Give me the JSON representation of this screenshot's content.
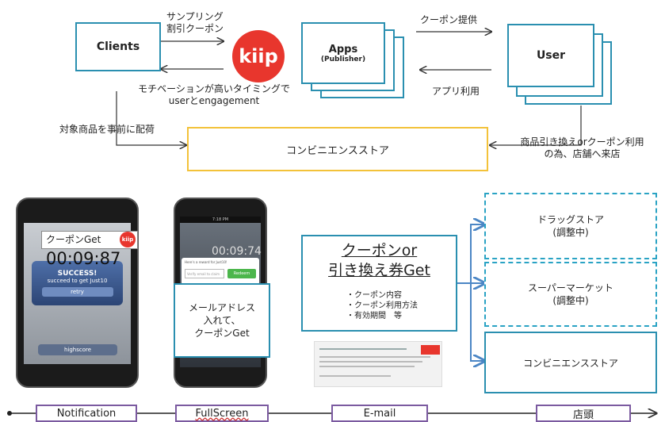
{
  "top": {
    "clients": "Clients",
    "apps": "Apps",
    "apps_sub": "(Publisher)",
    "user": "User",
    "kiip": "kiip",
    "arrow_sampling_1": "サンプリング",
    "arrow_sampling_2": "割引クーポン",
    "arrow_motivation_1": "モチベーションが高いタイミングで",
    "arrow_motivation_2": "userとengagement",
    "arrow_coupon": "クーポン提供",
    "arrow_app_use": "アプリ利用",
    "distribute": "対象商品を事前に配荷",
    "store": "コンビニエンスストア",
    "exchange_1": "商品引き換えorクーポン利用",
    "exchange_2": "の為、店舗へ来店"
  },
  "phone1": {
    "label": "クーポンGet",
    "badge": "kiip",
    "timer": "00:09:87",
    "dialog_title": "SUCCESS!",
    "dialog_sub": "succeed to get Just10",
    "dialog_btn": "retry",
    "bottom_btn": "highscore"
  },
  "phone2": {
    "time": "7:18 PM",
    "timer": "00:09:74",
    "ad_line": "Here's a reward for Just10!",
    "email_placeholder": "Verify email to claim",
    "redeem": "Redeem",
    "note_1": "メールアドレス",
    "note_2": "入れて、",
    "note_3": "クーポンGet"
  },
  "coupon": {
    "title_1": "クーポンor",
    "title_2": "引き換え券Get",
    "items": [
      "・クーポン内容",
      "・クーポン利用方法",
      "・有効期間　等"
    ]
  },
  "stores": {
    "drug": "ドラッグストア",
    "drug_note": "(調整中)",
    "super": "スーパーマーケット",
    "super_note": "(調整中)",
    "conv": "コンビニエンスストア"
  },
  "timeline": {
    "steps": [
      "Notification",
      "FullScreen",
      "E-mail",
      "店頭"
    ]
  },
  "colors": {
    "box_border": "#2a8fb0",
    "store_border": "#f3c23a",
    "kiip_red": "#e8362d",
    "timeline_border": "#7b5aa0"
  }
}
